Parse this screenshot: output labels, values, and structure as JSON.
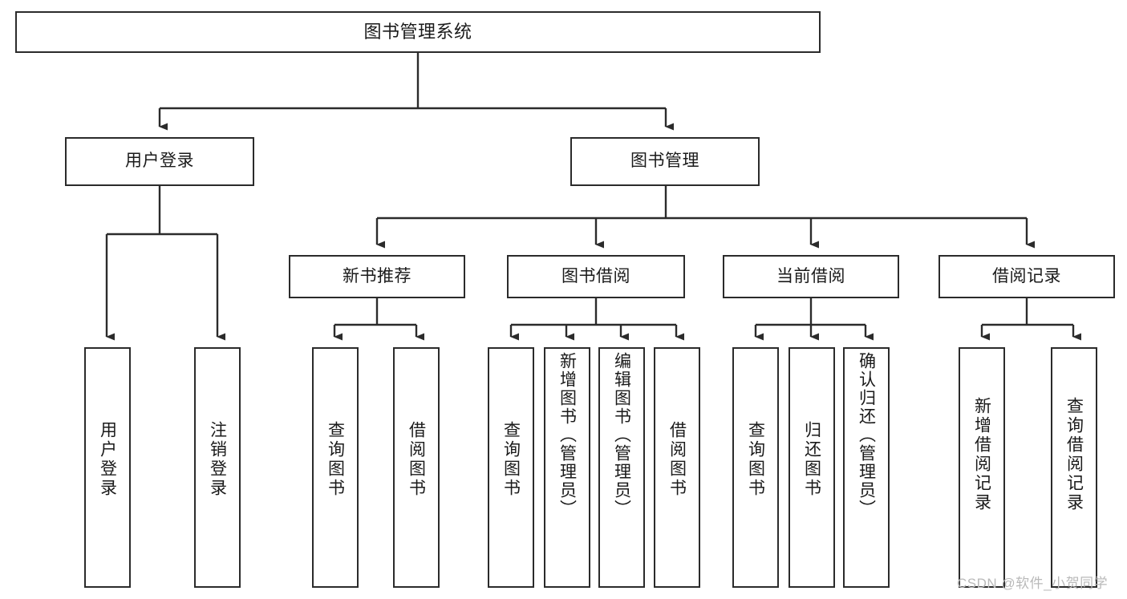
{
  "diagram": {
    "title": "图书管理系统",
    "type": "tree-hierarchy-diagram",
    "style": {
      "box_border_color": "#2b2b2b",
      "box_fill_color": "#ffffff",
      "edge_color": "#2b2b2b",
      "background_color": "#ffffff",
      "text_color": "#1a1a1a"
    },
    "root": {
      "label": "图书管理系统"
    },
    "level2": [
      {
        "label": "用户登录"
      },
      {
        "label": "图书管理"
      }
    ],
    "level3": [
      {
        "label": "新书推荐"
      },
      {
        "label": "图书借阅"
      },
      {
        "label": "当前借阅"
      },
      {
        "label": "借阅记录"
      }
    ],
    "leaves": {
      "user_login": [
        {
          "label": "用户登录"
        },
        {
          "label": "注销登录"
        }
      ],
      "new_book_recommend": [
        {
          "label": "查询图书"
        },
        {
          "label": "借阅图书"
        }
      ],
      "book_borrow": [
        {
          "label": "查询图书"
        },
        {
          "label": "新增图书（管理员）"
        },
        {
          "label": "编辑图书（管理员）"
        },
        {
          "label": "借阅图书"
        }
      ],
      "current_borrow": [
        {
          "label": "查询图书"
        },
        {
          "label": "归还图书"
        },
        {
          "label": "确认归还（管理员）"
        }
      ],
      "borrow_record": [
        {
          "label": "新增借阅记录"
        },
        {
          "label": "查询借阅记录"
        }
      ]
    }
  },
  "watermark": {
    "text": "CSDN @软件_小贺同学"
  }
}
